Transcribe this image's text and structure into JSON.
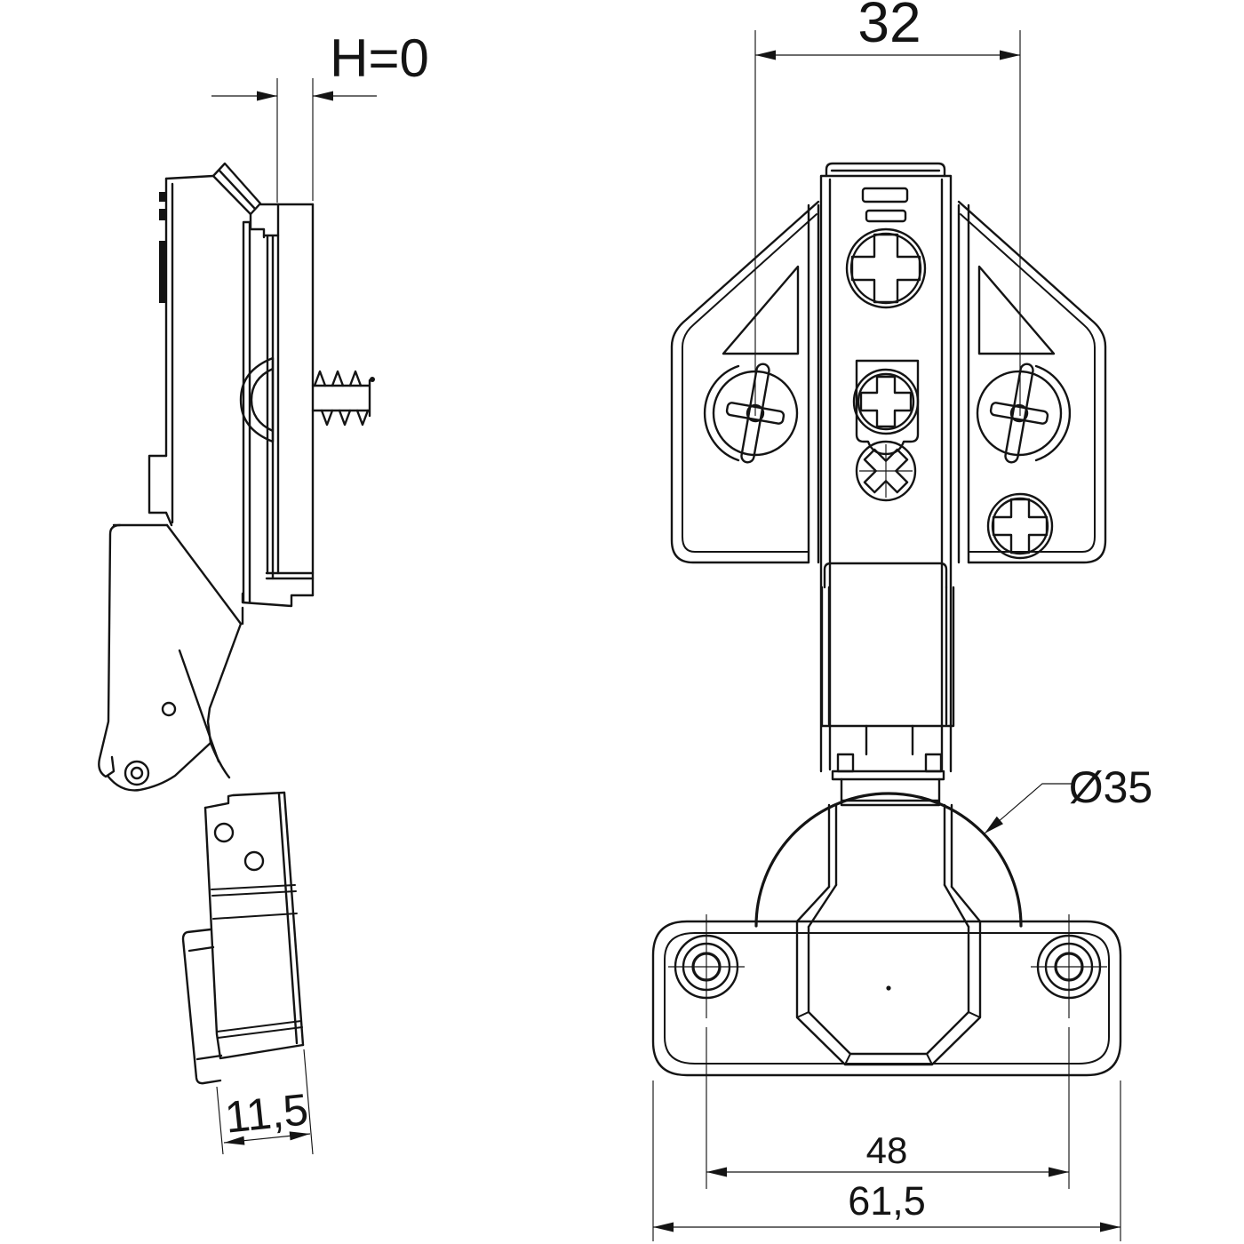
{
  "page": {
    "background_color": "#ffffff",
    "line_color": "#141414"
  },
  "drawing": {
    "kind": "technical-drawing",
    "subject": "concealed cabinet hinge with cruciform mounting plate and 35 mm cup",
    "views": {
      "side": {
        "name": "side view",
        "dimensions": {
          "plate_height_offset": "H=0",
          "cup_depth": "11,5"
        }
      },
      "front": {
        "name": "front view",
        "dimensions": {
          "system_screw_spacing": "32",
          "cup_diameter": "Ø35",
          "flange_hole_spacing": "48",
          "flange_width": "61,5"
        }
      }
    }
  }
}
